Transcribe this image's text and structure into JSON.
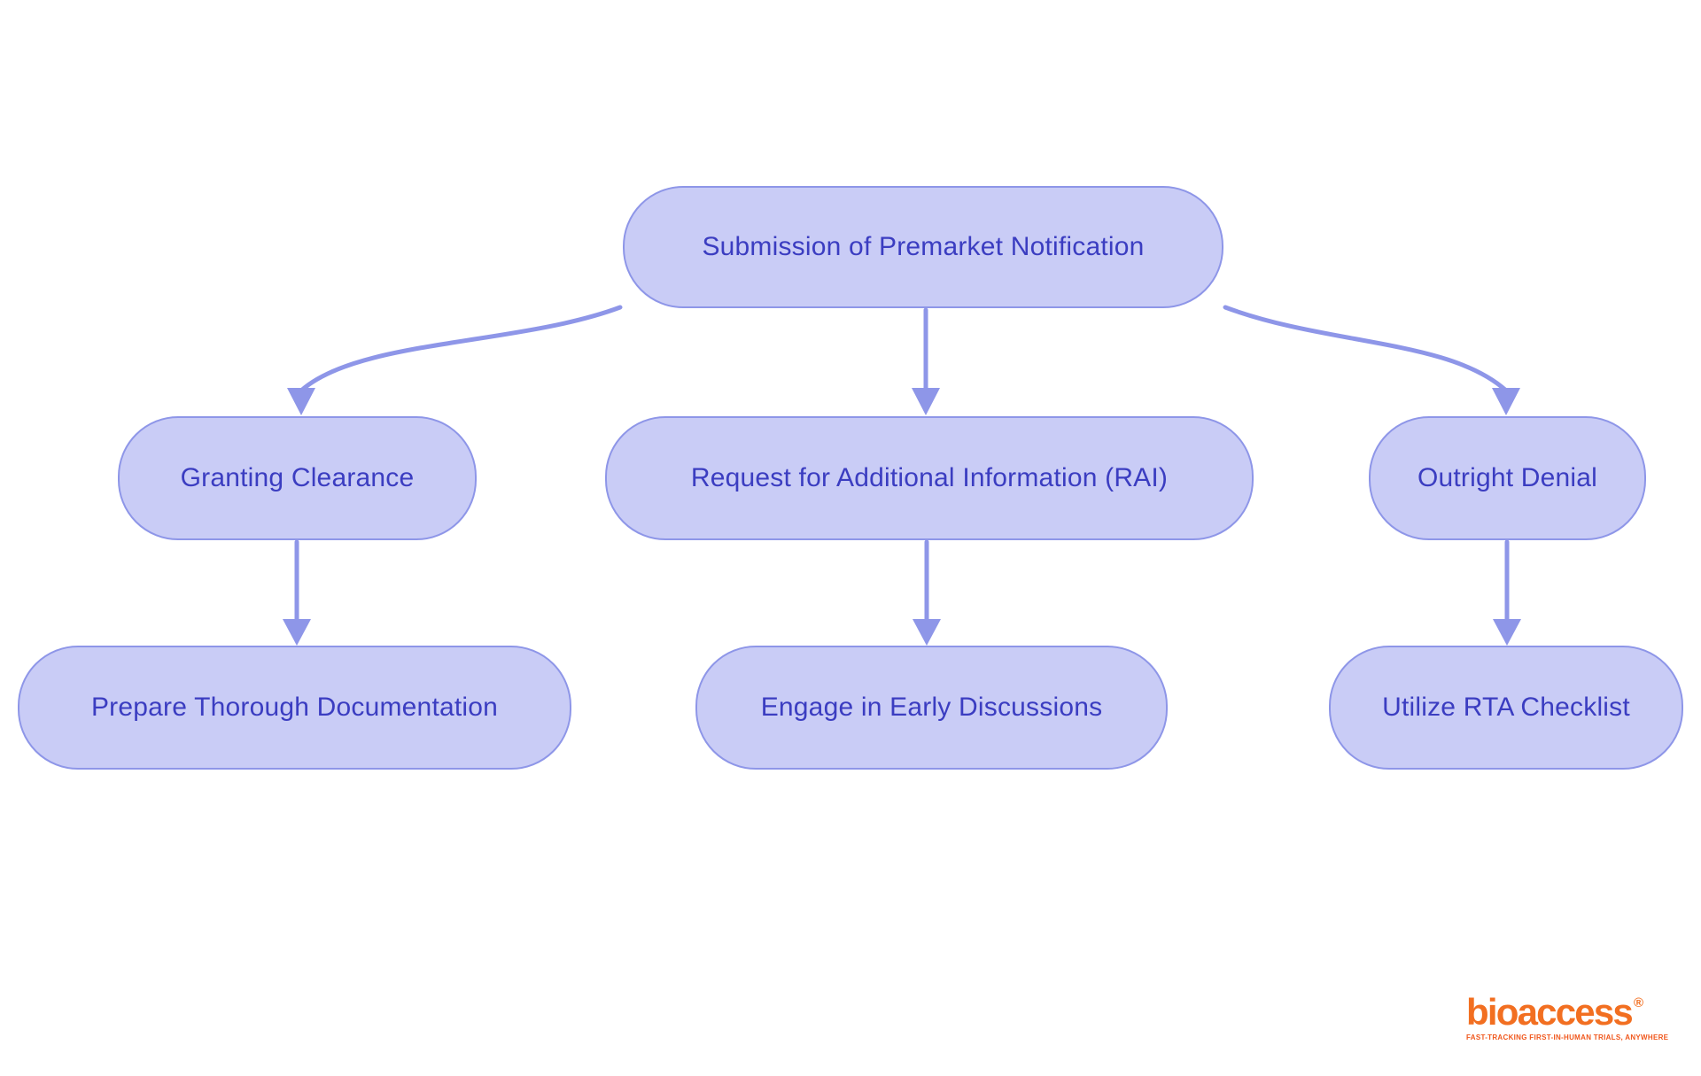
{
  "colors": {
    "node_fill": "#c9ccf6",
    "node_border": "#8e96e8",
    "node_text": "#3b3dc1",
    "edge": "#8e96e8",
    "logo_orange": "#f26f21",
    "tagline_orange": "#f0571c"
  },
  "diagram": {
    "type": "flowchart",
    "direction": "top-down",
    "nodes": {
      "submission": {
        "label": "Submission of Premarket Notification"
      },
      "granting_clearance": {
        "label": "Granting Clearance"
      },
      "rai": {
        "label": "Request for Additional Information (RAI)"
      },
      "outright_denial": {
        "label": "Outright Denial"
      },
      "prepare_documentation": {
        "label": "Prepare Thorough Documentation"
      },
      "early_discussions": {
        "label": "Engage in Early Discussions"
      },
      "rta_checklist": {
        "label": "Utilize RTA Checklist"
      }
    },
    "edges": [
      {
        "from": "submission",
        "to": "granting_clearance"
      },
      {
        "from": "submission",
        "to": "rai"
      },
      {
        "from": "submission",
        "to": "outright_denial"
      },
      {
        "from": "granting_clearance",
        "to": "prepare_documentation"
      },
      {
        "from": "rai",
        "to": "early_discussions"
      },
      {
        "from": "outright_denial",
        "to": "rta_checklist"
      }
    ]
  },
  "branding": {
    "logo_text": "bioaccess",
    "registered_mark": "®",
    "tagline": "FAST-TRACKING FIRST-IN-HUMAN TRIALS, ANYWHERE"
  }
}
